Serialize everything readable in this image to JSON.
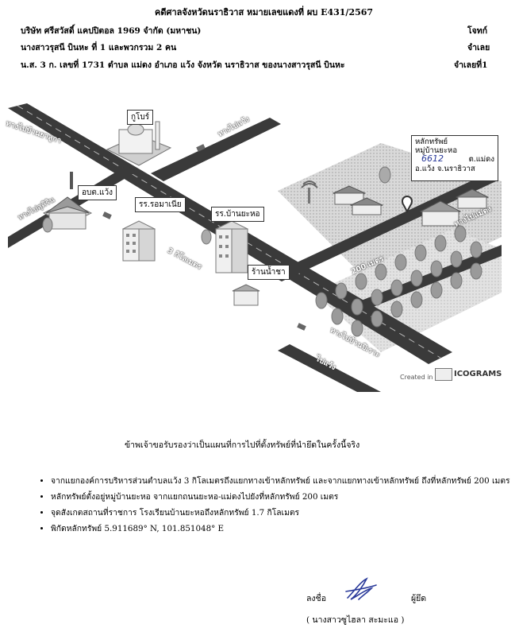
{
  "header": {
    "court_line": "คดีศาลจังหวัดนราธิวาส หมายเลขแดงที่ ผบ E431/2567",
    "plaintiff_line": "บริษัท ศรีสวัสดิ์ แคปปิตอล 1969 จำกัด (มหาชน)",
    "defendant_line": "นางสาวรุสนี บินหะ ที่ 1 และพวกรวม 2 คน",
    "property_line": "น.ส. 3 ก. เลขที่ 1731 ตำบล แม่ดง อำเภอ แว้ง จังหวัด นราธิวาส ของนางสาวรุสนี บินหะ",
    "right_plaintiff": "โจทก์",
    "right_defendant": "จำเลย",
    "right_owner": "จำเลยที่1"
  },
  "map": {
    "landmarks": {
      "mosque": "กูโบร์",
      "district_office": "อบต.แว้ง",
      "school_romanea": "รร.รอมาเนีย",
      "school_banyaho": "รร.บ้านยะหอ",
      "tea_shop": "ร้านน้ำชา"
    },
    "roads": {
      "to_yala": "ทางไปบ้านยาลูกา",
      "to_waeng": "ทางไปแว้ง",
      "to_sirindhorn": "ทางไปสุคิริน",
      "distance_3km": "3 กิโลเมตร",
      "distance_200m": "200 เมตร",
      "to_maedong": "ทางไปแม่ดง",
      "to_pilaeraw": "ทางไปบ้านปิเราะ",
      "to_waeng_bottom": "ไปแว้ง"
    },
    "property_box": {
      "line1": "หลักทรัพย์",
      "line2": "หมู่บ้านยะหอ",
      "handwritten": "6612",
      "subdistrict": "ต.แม่ดง",
      "district_province": "อ.แว้ง จ.นราธิวาส"
    },
    "watermark_created": "Created in",
    "watermark_brand": "ICOGRAMS"
  },
  "certification": "ข้าพเจ้าขอรับรองว่าเป็นแผนที่การไปที่ตั้งทรัพย์ที่นำยึดในครั้งนี้จริง",
  "notes": [
    "จากแยกองค์การบริหารส่วนตำบลแว้ง 3 กิโลเมตรถึงแยกทางเข้าหลักทรัพย์ และจากแยกทางเข้าหลักทรัพย์ ถึงที่หลักทรัพย์ 200 เมตร",
    "หลักทรัพย์ตั้งอยู่หมู่บ้านยะหอ จากแยกถนนยะหอ-แม่ดงไปยังที่หลักทรัพย์ 200 เมตร",
    "จุดสังเกตสถานที่ราชการ โรงเรียนบ้านยะหอถึงหลักทรัพย์ 1.7 กิโลเมตร",
    "พิกัดหลักทรัพย์ 5.911689° N, 101.851048° E"
  ],
  "signature": {
    "sign_label": "ลงชื่อ",
    "role": "ผู้ยึด",
    "name": "( นางสาวซูไฮลา สะมะแอ )"
  }
}
